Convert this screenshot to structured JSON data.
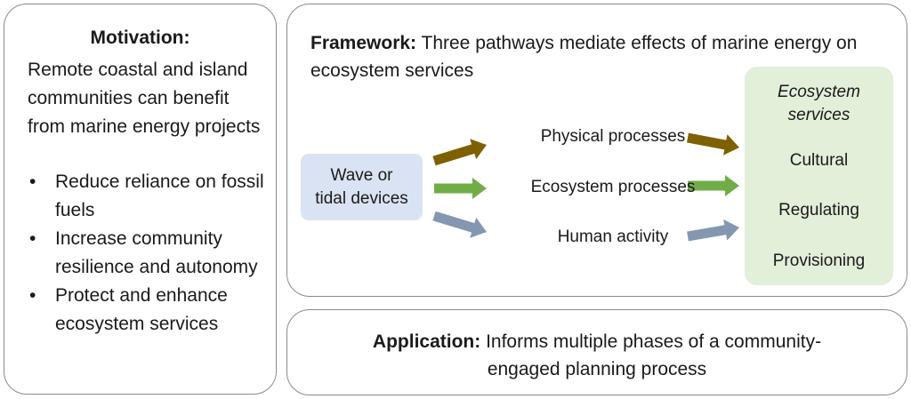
{
  "motivation": {
    "title": "Motivation:",
    "intro": "Remote coastal and island communities can benefit from marine energy projects",
    "bullet_glyph": "•",
    "bullets": [
      "Reduce reliance on fossil fuels",
      "Increase community resilience and autonomy",
      "Protect and enhance ecosystem services"
    ]
  },
  "framework": {
    "title_bold": "Framework:",
    "title_text": " Three pathways mediate effects of marine energy on ecosystem services",
    "source_line1": "Wave or",
    "source_line2": "tidal devices",
    "pathways": [
      "Physical processes",
      "Ecosystem processes",
      "Human activity"
    ],
    "services_heading_line1": "Ecosystem",
    "services_heading_line2": "services",
    "services": [
      "Cultural",
      "Regulating",
      "Provisioning"
    ],
    "colors": {
      "physical": "#7f6000",
      "ecosystem": "#70ad47",
      "human": "#8497b0",
      "source_fill": "#dae3f3",
      "services_fill": "#e2efd9"
    }
  },
  "application": {
    "title_bold": "Application:",
    "text_line1": " Informs multiple phases of a community-",
    "text_line2": "engaged planning process"
  }
}
